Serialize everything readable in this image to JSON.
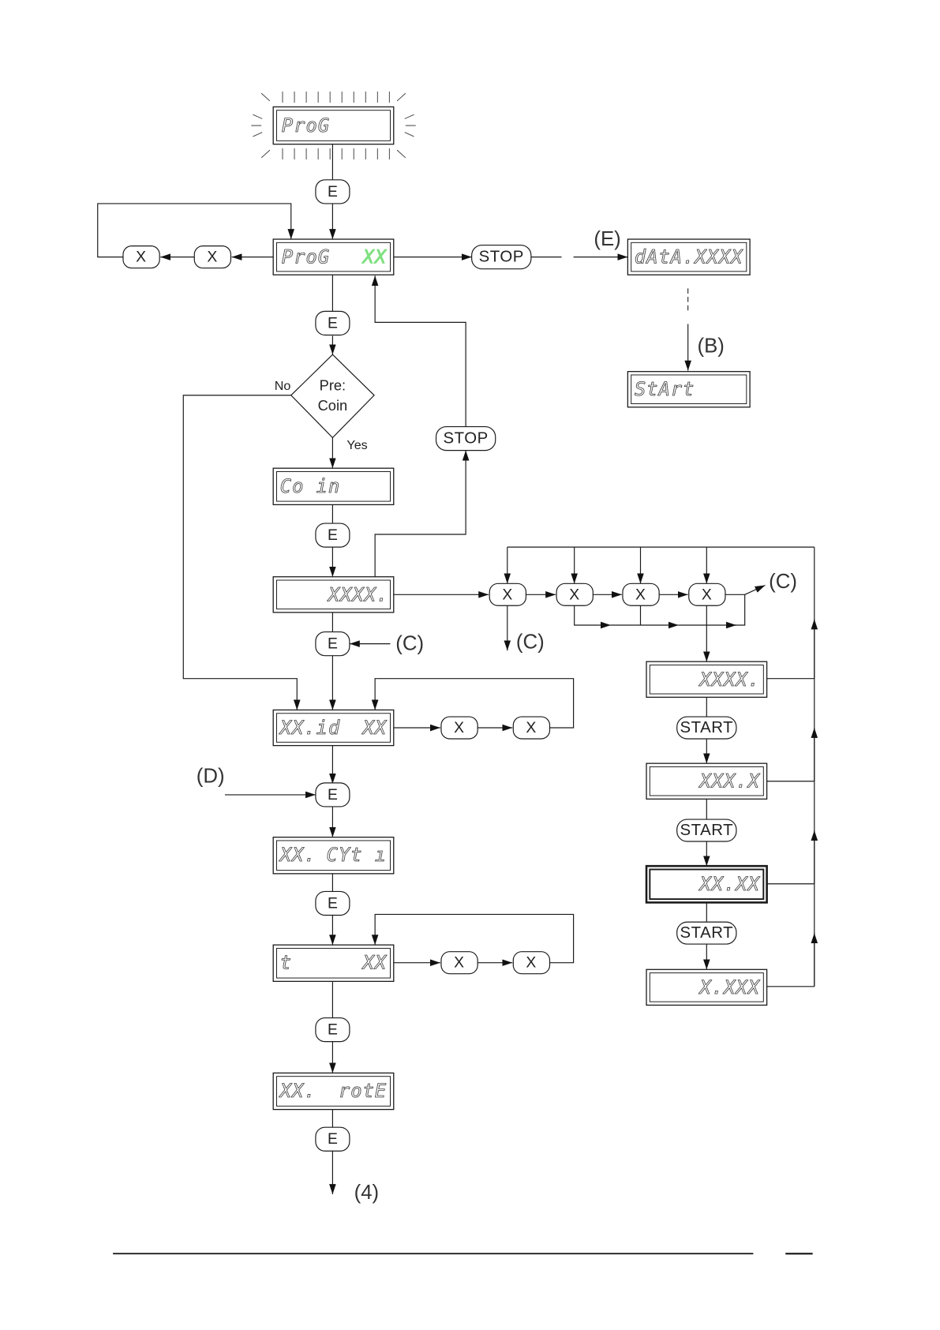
{
  "flowchart": {
    "displays": {
      "prog_blink": "ProG",
      "prog": {
        "label": "ProG",
        "value": "XX"
      },
      "data": "dAtA.XXXX",
      "start": "StArt",
      "coin": "Co in",
      "price": "XXXX.",
      "id": {
        "label": "XX.id",
        "value": "XX"
      },
      "cycle": {
        "value": "XX.",
        "label": "CYt ı"
      },
      "time": {
        "label": "t",
        "value": "XX"
      },
      "rate": {
        "value": "XX.",
        "label": "rotE"
      },
      "decimal_positions": [
        "XXXX.",
        "XXX.X",
        "XX.XX",
        "X.XXX"
      ]
    },
    "buttons": {
      "e": "E",
      "x": "X",
      "stop": "STOP",
      "start": "START"
    },
    "decision": {
      "line1": "Pre:",
      "line2": "Coin",
      "no": "No",
      "yes": "Yes"
    },
    "refs": {
      "e": "(E)",
      "b": "(B)",
      "c": "(C)",
      "d": "(D)",
      "next": "(4)"
    },
    "colors": {
      "highlight": "#7fe07f",
      "ink": "#1a1a1a"
    }
  }
}
